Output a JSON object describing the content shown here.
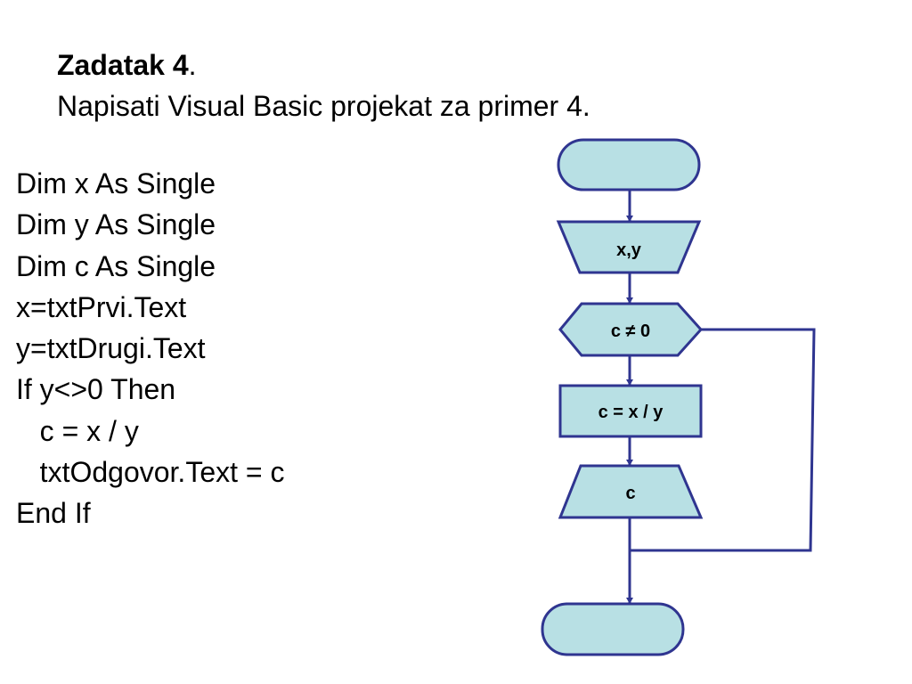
{
  "heading": {
    "title_bold": "Zadatak 4",
    "title_suffix": ".",
    "subtitle": "Napisati Visual Basic projekat za primer 4."
  },
  "code": {
    "lines": [
      "Dim x As Single",
      "Dim y As Single",
      "Dim c As Single",
      "x=txtPrvi.Text",
      "y=txtDrugi.Text",
      "If y<>0 Then",
      "   c = x / y",
      "   txtOdgovor.Text = c",
      "End If"
    ]
  },
  "flowchart": {
    "input_label": "x,y",
    "condition_label": "c ≠ 0",
    "process_label": "c = x / y",
    "output_label": "c",
    "colors": {
      "fill": "#b8e0e4",
      "stroke": "#2f3590"
    }
  }
}
